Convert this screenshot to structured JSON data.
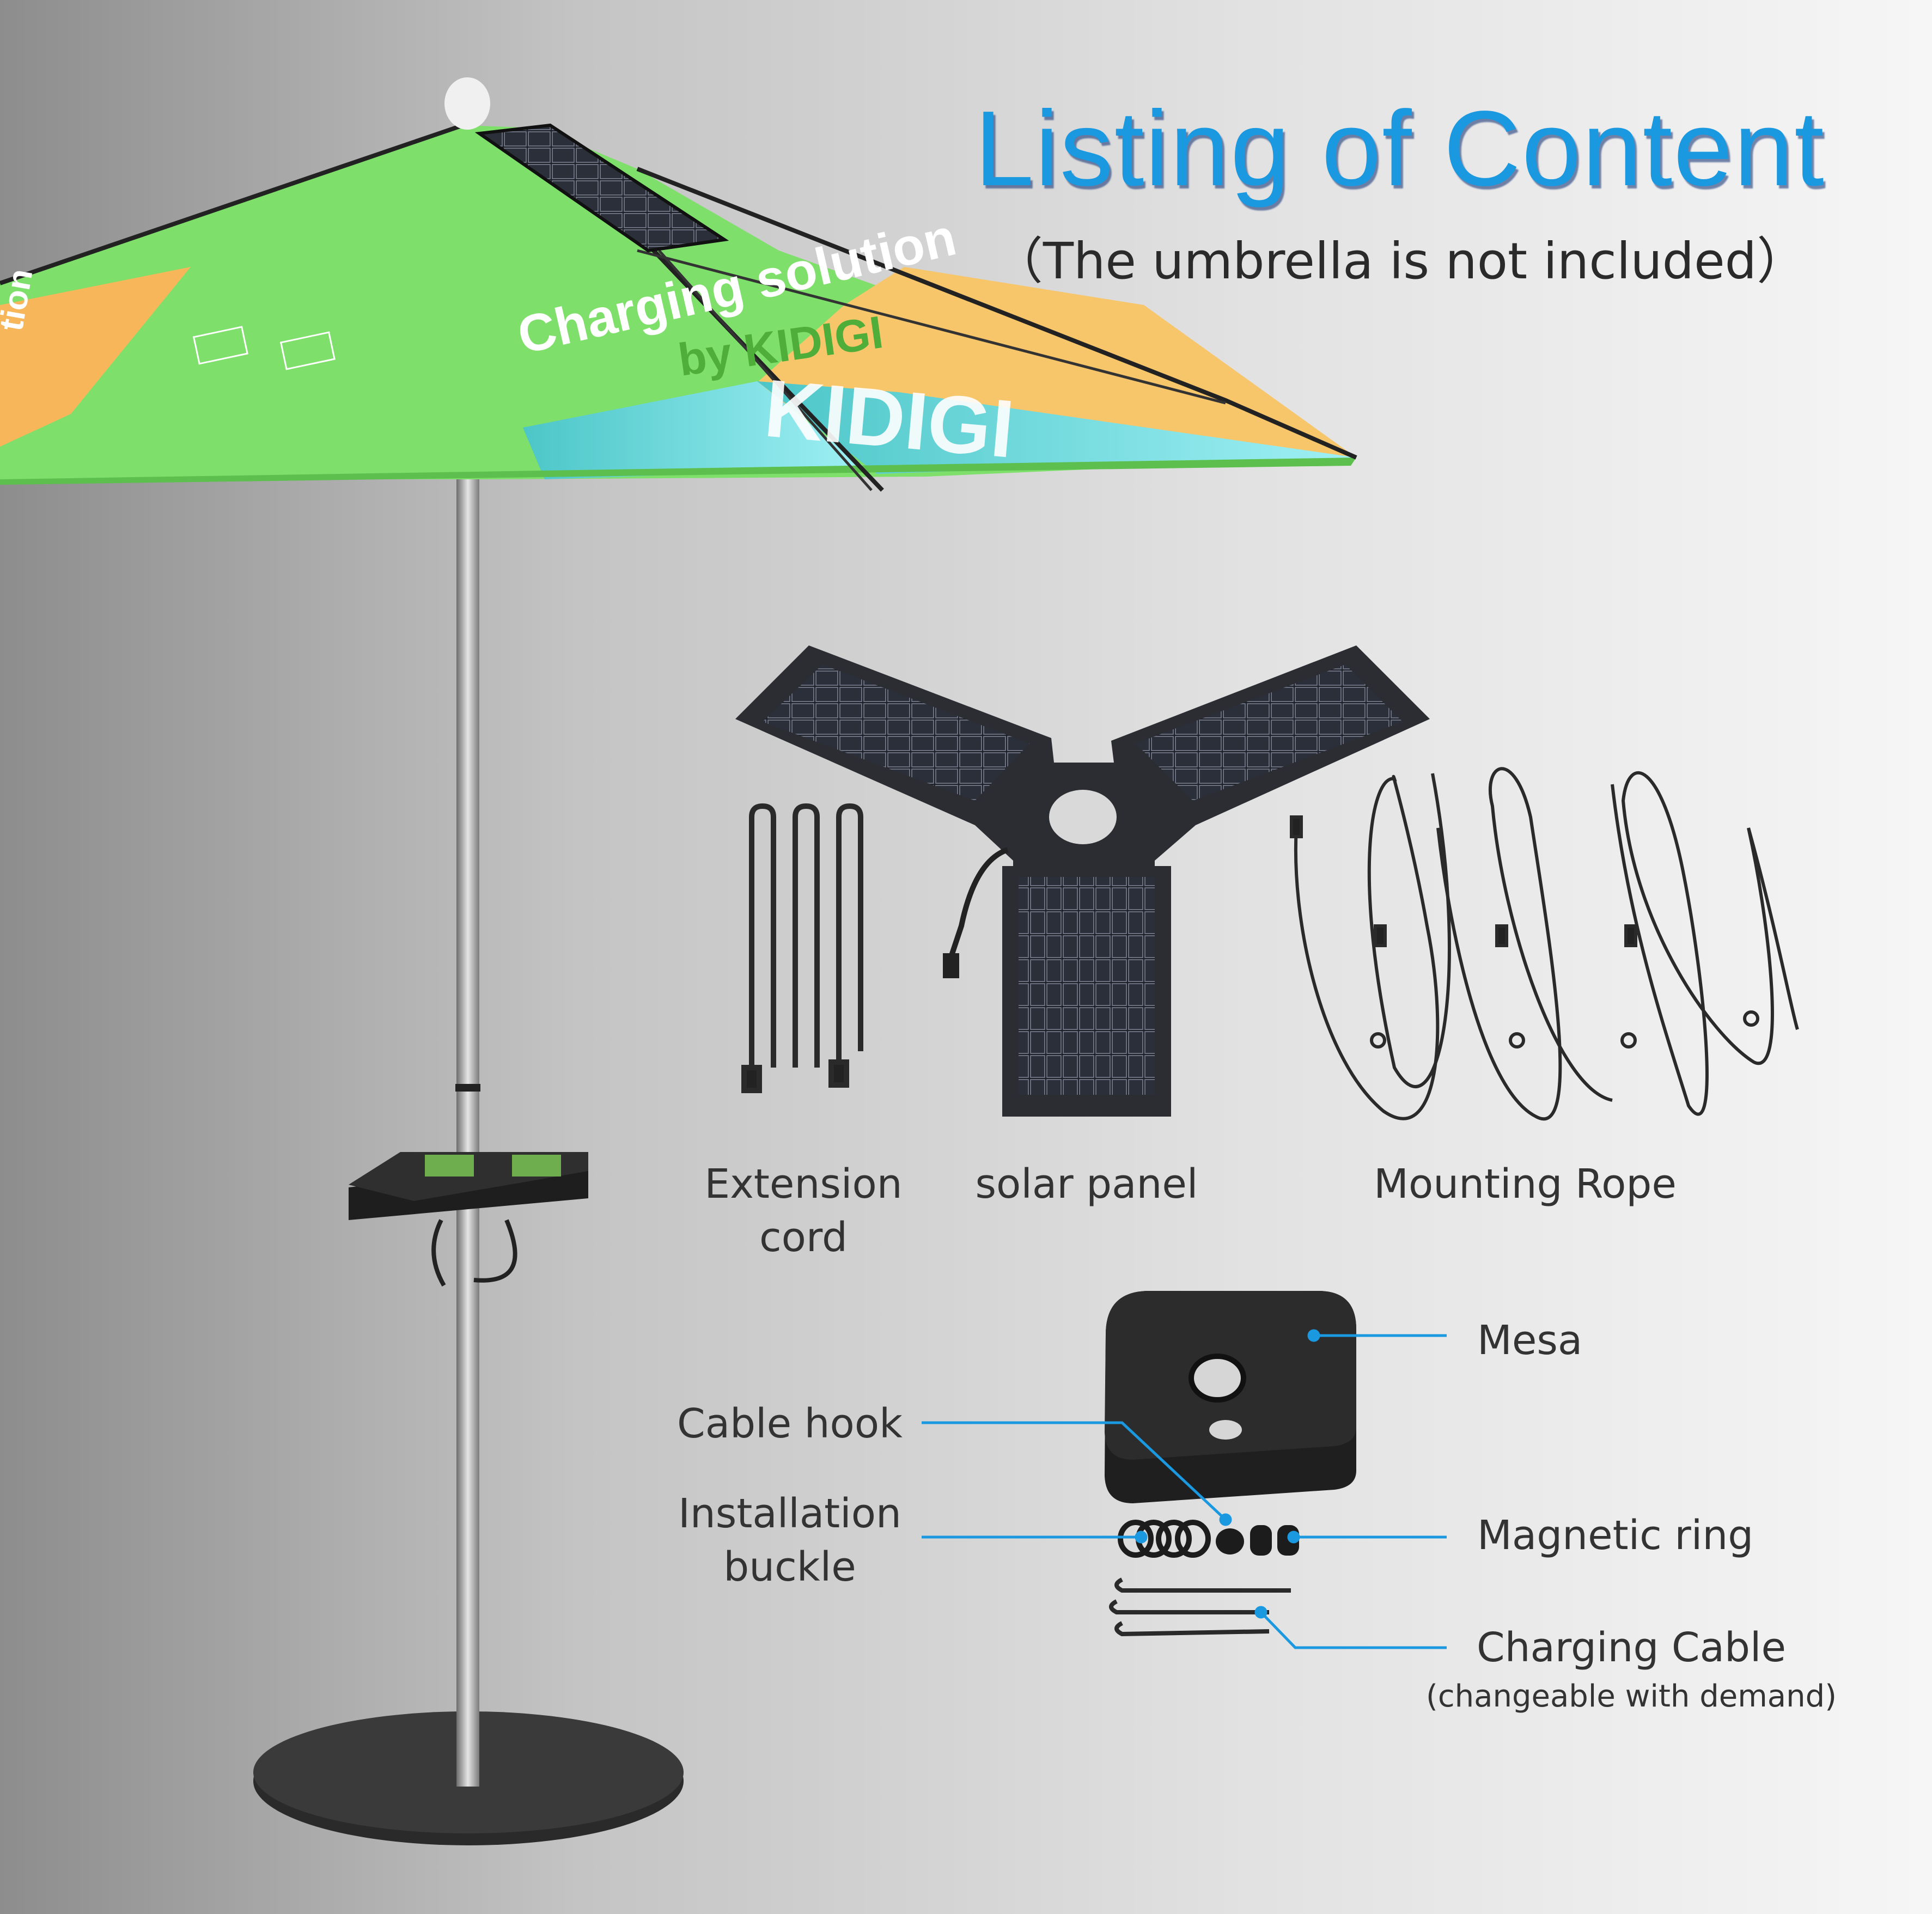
{
  "header": {
    "title": "Listing of Content",
    "subtitle": "（The umbrella is not included）"
  },
  "umbrella_print": {
    "headline": "Charging solution",
    "byline": "by KIDIGI",
    "brand": "KIDIGI",
    "side_fragment": "tion"
  },
  "items": [
    {
      "label_line1": "Extension",
      "label_line2": "cord"
    },
    {
      "label": "solar panel"
    },
    {
      "label": "Mounting Rope"
    },
    {
      "label": "Mesa"
    },
    {
      "label": "Cable  hook"
    },
    {
      "label_line1": "Installation",
      "label_line2": "buckle"
    },
    {
      "label": "Magnetic ring"
    },
    {
      "label": "Charging Cable",
      "note": "(changeable with demand)"
    }
  ],
  "colors": {
    "title": "#1a98e0",
    "callout_line": "#1a98e0",
    "canopy_green": "#7ee06a",
    "canopy_orange": "#f7b65a",
    "canopy_teal": "#5ad0d4",
    "panel_dark": "#2b2d32"
  }
}
